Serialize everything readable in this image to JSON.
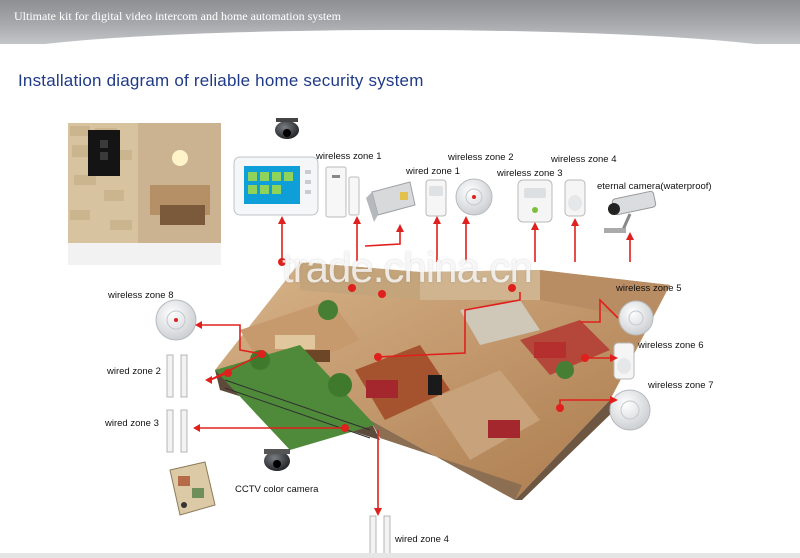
{
  "banner": {
    "text": "Ultimate kit for digital video intercom and home automation system"
  },
  "page": {
    "title": "Installation diagram of reliable home security system"
  },
  "labels": {
    "wireless_zone_1": "wireless zone 1",
    "wired_zone_1": "wired zone 1",
    "wireless_zone_2": "wireless zone 2",
    "wireless_zone_3": "wireless zone 3",
    "wireless_zone_4": "wireless zone 4",
    "eternal_camera": "eternal camera(waterproof)",
    "wireless_zone_8": "wireless zone 8",
    "wireless_zone_5": "wireless zone 5",
    "wireless_zone_6": "wireless zone 6",
    "wireless_zone_7": "wireless zone 7",
    "wired_zone_2": "wired zone 2",
    "wired_zone_3": "wired zone 3",
    "cctv_camera": "CCTV color camera",
    "wired_zone_4": "wired zone 4"
  },
  "watermark": "trade.china.cn",
  "colors": {
    "title": "#1f3a87",
    "connector": "#e0201c",
    "banner": "#a0a2a6"
  }
}
